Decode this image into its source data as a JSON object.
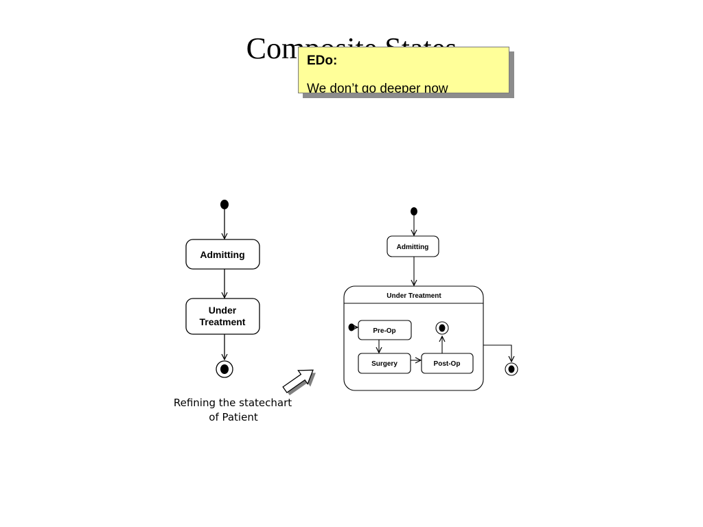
{
  "slide": {
    "title": "Composite States"
  },
  "note": {
    "header": "EDo:",
    "body": "We don’t go deeper now"
  },
  "left_diagram": {
    "states": [
      "Admitting",
      "Under",
      "Treatment"
    ],
    "caption": [
      "Refining the statechart",
      "of Patient"
    ]
  },
  "right_diagram": {
    "top_state": "Admitting",
    "composite_title": "Under Treatment",
    "substates": [
      "Pre-Op",
      "Surgery",
      "Post-Op"
    ]
  }
}
